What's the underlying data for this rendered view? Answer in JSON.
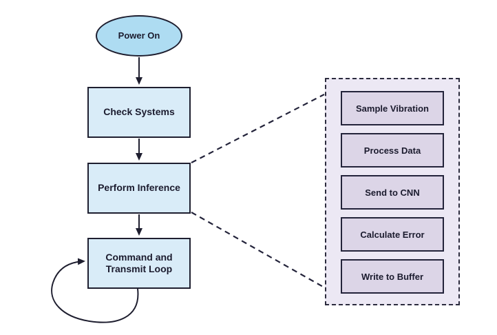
{
  "flowchart": {
    "nodes": [
      {
        "id": "power-on",
        "shape": "ellipse",
        "label": "Power On"
      },
      {
        "id": "check-systems",
        "shape": "rectangle",
        "label": "Check Systems"
      },
      {
        "id": "perform-inference",
        "shape": "rectangle",
        "label": "Perform Inference"
      },
      {
        "id": "command-transmit-loop",
        "shape": "rectangle",
        "label": "Command and Transmit Loop"
      }
    ],
    "edges": [
      {
        "from": "power-on",
        "to": "check-systems",
        "style": "solid-arrow"
      },
      {
        "from": "check-systems",
        "to": "perform-inference",
        "style": "solid-arrow"
      },
      {
        "from": "perform-inference",
        "to": "command-transmit-loop",
        "style": "solid-arrow"
      },
      {
        "from": "command-transmit-loop",
        "to": "command-transmit-loop",
        "style": "self-loop-arrow"
      },
      {
        "from": "perform-inference",
        "to": "inference-detail-panel",
        "style": "dashed-expansion-top"
      },
      {
        "from": "perform-inference",
        "to": "inference-detail-panel",
        "style": "dashed-expansion-bottom"
      }
    ],
    "detail_panel": {
      "id": "inference-detail-panel",
      "border_style": "dashed",
      "items": [
        {
          "label": "Sample Vibration"
        },
        {
          "label": "Process Data"
        },
        {
          "label": "Send to CNN"
        },
        {
          "label": "Calculate Error"
        },
        {
          "label": "Write to Buffer"
        }
      ]
    },
    "colors": {
      "ellipse_fill": "#aedcf2",
      "process_fill": "#d9ecf8",
      "panel_fill": "#ece8f4",
      "panel_item_fill": "#dcd5e7",
      "stroke": "#1e1e2f",
      "text": "#1b1b2e",
      "background": "#ffffff"
    }
  }
}
